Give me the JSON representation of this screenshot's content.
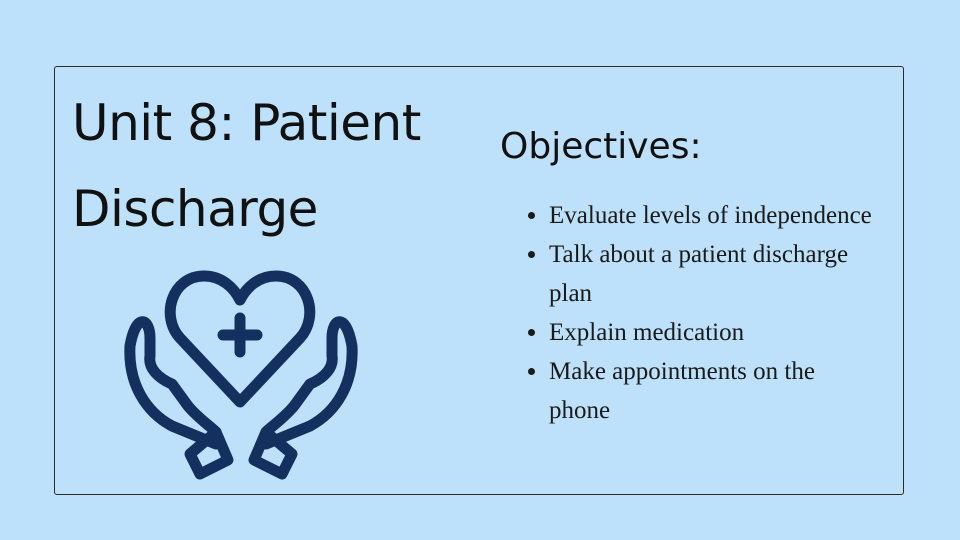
{
  "slide": {
    "title": "Unit 8: Patient Discharge",
    "icon": "hands-heart-plus-icon",
    "icon_color": "#13305f",
    "background_color": "#bde0fb",
    "objectives_heading": "Objectives:",
    "objectives": [
      "Evaluate levels of independence",
      "Talk about a patient discharge plan",
      "Explain medication",
      "Make appointments on the phone"
    ]
  }
}
